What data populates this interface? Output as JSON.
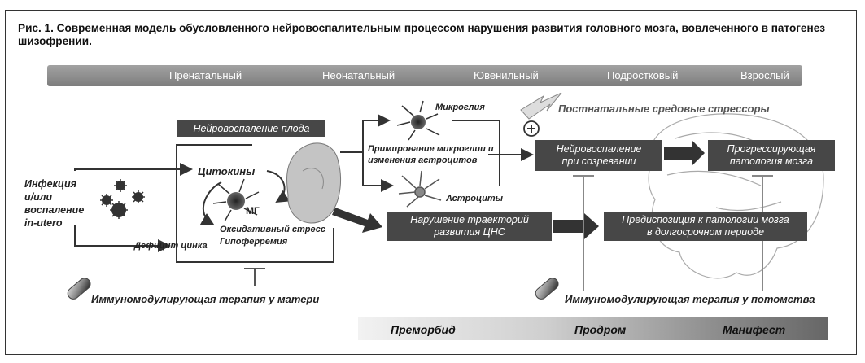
{
  "caption": "Рис. 1. Современная модель обусловленного нейровоспалительным процессом нарушения развития головного мозга, вовлеченного в патогенез шизофрении.",
  "age_periods": [
    "Пренатальный",
    "Неонатальный",
    "Ювенильный",
    "Подростковый",
    "Взрослый"
  ],
  "stages": [
    "Преморбид",
    "Продром",
    "Манифест"
  ],
  "labels": {
    "infection_line1": "Инфекция",
    "infection_line2": "и/или",
    "infection_line3": "воспаление",
    "infection_line4": "in-utero",
    "fetal_inflammation": "Нейровоспаление плода",
    "cytokines": "Цитокины",
    "mg": "МГ",
    "oxidative_stress": "Оксидативный стресс",
    "hypoferremia": "Гипоферремия",
    "zinc_deficiency": "Дефицит цинка",
    "microglia": "Микроглия",
    "astrocytes": "Астроциты",
    "priming_line1": "Примирование микроглии и",
    "priming_line2": "изменения астроцитов",
    "postnatal_stressors": "Постнатальные средовые стрессоры",
    "plus": "+",
    "maternal_therapy": "Иммуномодулирующая терапия у матери",
    "offspring_therapy": "Иммуномодулирующая терапия у потомства"
  },
  "boxes": {
    "maturation_line1": "Нейровоспаление",
    "maturation_line2": "при созревании",
    "progressive_line1": "Прогрессирующая",
    "progressive_line2": "патология мозга",
    "cns_line1": "Нарушение траекторий",
    "cns_line2": "развития ЦНС",
    "predisposition_line1": "Предиспозиция к патологии мозга",
    "predisposition_line2": "в долгосрочном периоде"
  }
}
